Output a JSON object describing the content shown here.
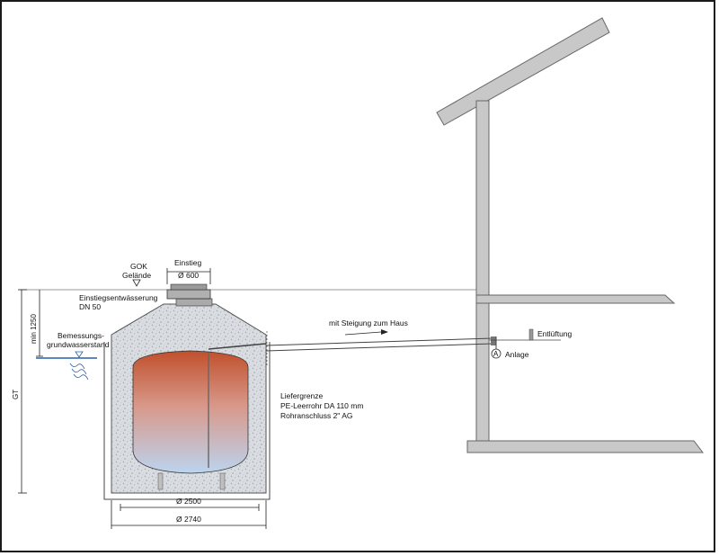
{
  "labels": {
    "gok": "GOK",
    "gelaende": "Gelände",
    "einstieg": "Einstieg",
    "einstieg_dim": "Ø 600",
    "einstiegsentwaesserung": "Einstiegsentwässerung",
    "dn50": "DN 50",
    "bemessungs": "Bemessungs-",
    "grundwasserstand": "grundwasserstand",
    "min1250": "min 1250",
    "gt": "GT",
    "steigung": "mit Steigung zum Haus",
    "entlueftung": "Entlüftung",
    "anlage_marker": "A",
    "anlage": "Anlage",
    "liefergrenze": "Liefergrenze",
    "pe_leerrohr": "PE-Leerrohr DA 110 mm",
    "rohranschluss": "Rohranschluss 2\" AG",
    "dim_2500": "Ø 2500",
    "dim_2740": "Ø 2740"
  },
  "colors": {
    "tank_top": "#c0502c",
    "tank_bottom": "#bcd4ee",
    "gravel": "#d4d8dc",
    "wall": "#c8c8c8",
    "water": "#2a5fa8",
    "frame": "#1a1a1a"
  }
}
